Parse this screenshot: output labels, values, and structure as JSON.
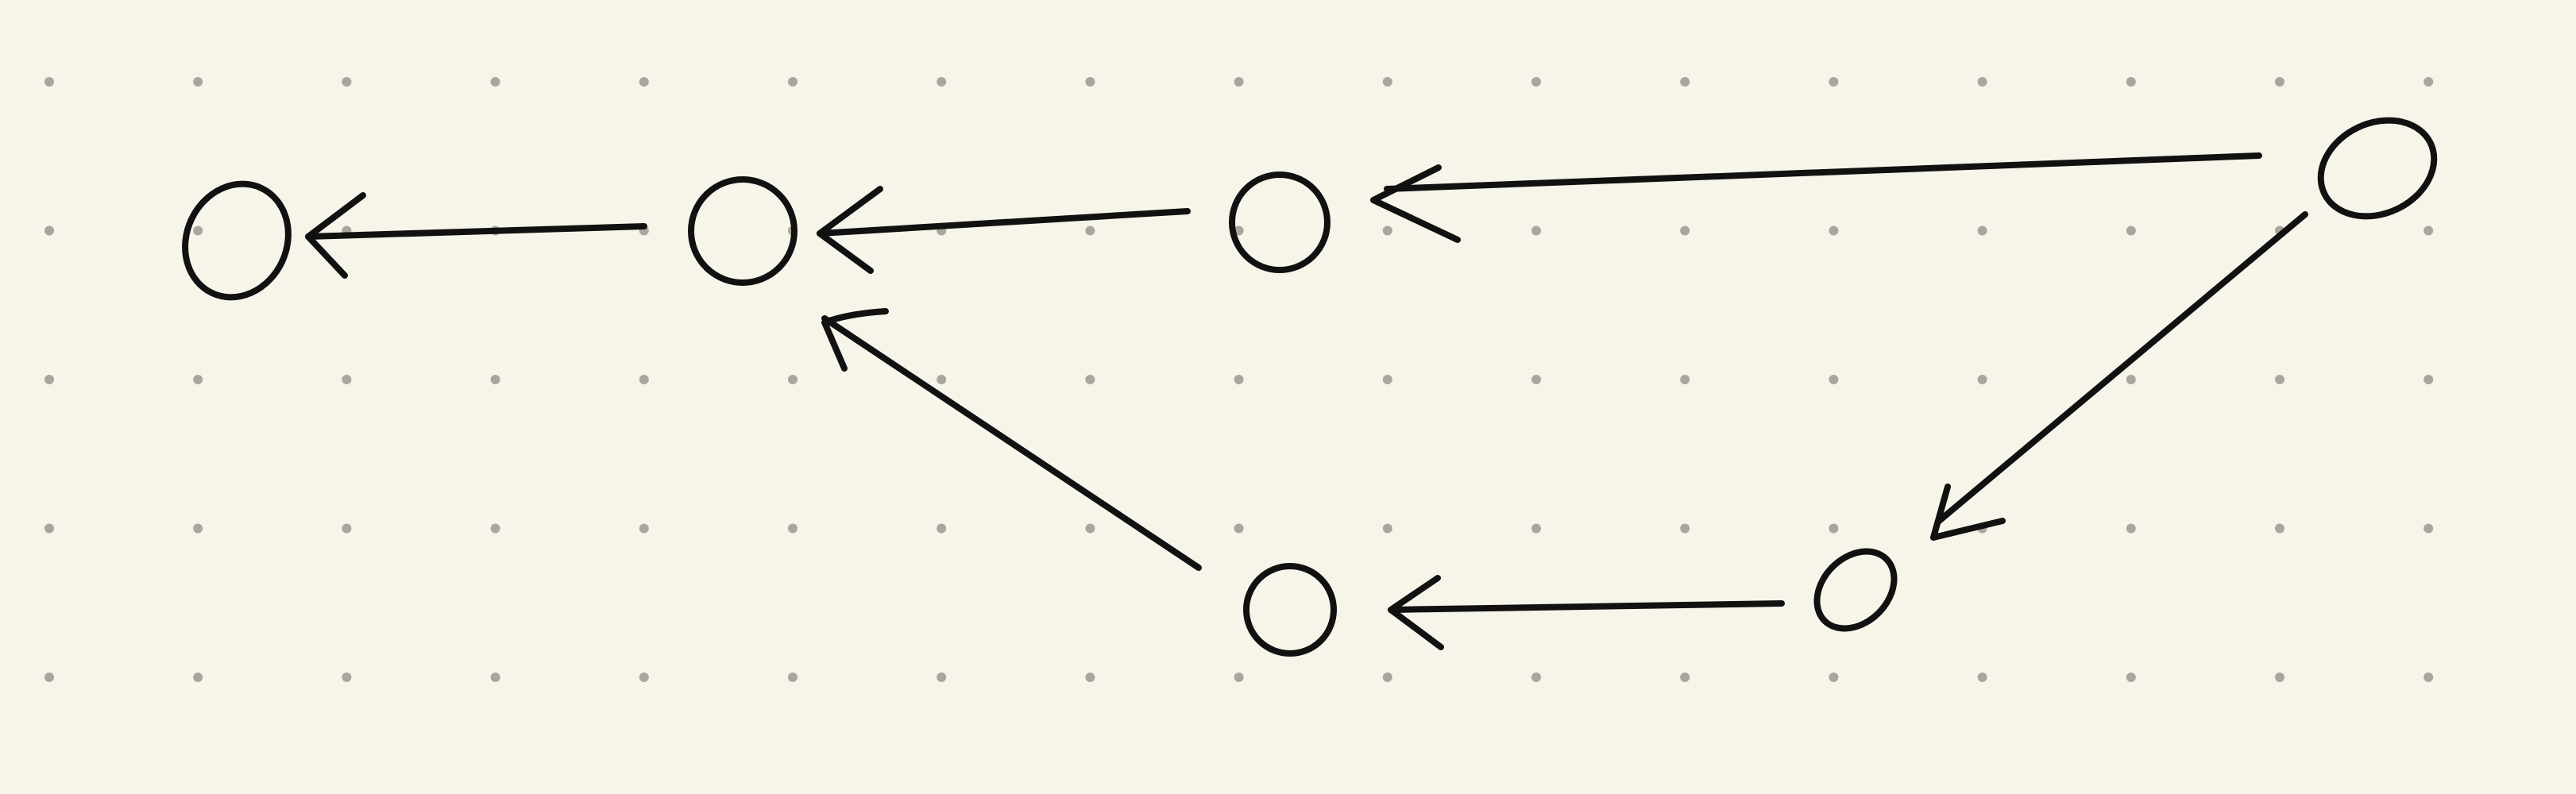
{
  "diagram": {
    "type": "directed-graph",
    "style": "hand-drawn",
    "background_color": "#f7f5e9",
    "grid": {
      "visible": true,
      "style": "dots",
      "dot_color": "#a9a79d"
    },
    "stroke_color": "#111111",
    "nodes": [
      {
        "id": "n1",
        "label": ""
      },
      {
        "id": "n2",
        "label": ""
      },
      {
        "id": "n3",
        "label": ""
      },
      {
        "id": "n4",
        "label": ""
      },
      {
        "id": "n5",
        "label": ""
      },
      {
        "id": "n6",
        "label": ""
      }
    ],
    "edges": [
      {
        "id": "e1",
        "from": "n4",
        "to": "n3",
        "arrow": "end"
      },
      {
        "id": "e2",
        "from": "n3",
        "to": "n2",
        "arrow": "end"
      },
      {
        "id": "e3",
        "from": "n2",
        "to": "n1",
        "arrow": "end"
      },
      {
        "id": "e4",
        "from": "n4",
        "to": "n5",
        "arrow": "end"
      },
      {
        "id": "e5",
        "from": "n5",
        "to": "n6",
        "arrow": "end"
      },
      {
        "id": "e6",
        "from": "n6",
        "to": "n2",
        "arrow": "end"
      }
    ]
  }
}
